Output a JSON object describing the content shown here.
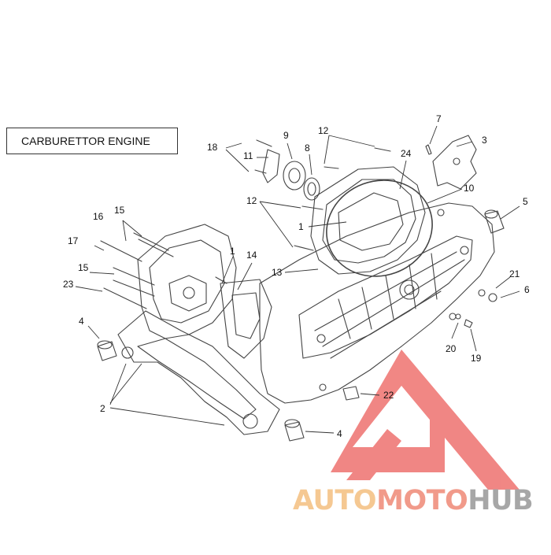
{
  "title": "CARBURETTOR ENGINE",
  "callouts": [
    {
      "id": "c18",
      "label": "18"
    },
    {
      "id": "c9",
      "label": "9"
    },
    {
      "id": "c8",
      "label": "8"
    },
    {
      "id": "c12a",
      "label": "12"
    },
    {
      "id": "c7",
      "label": "7"
    },
    {
      "id": "c3",
      "label": "3"
    },
    {
      "id": "c11",
      "label": "11"
    },
    {
      "id": "c24",
      "label": "24"
    },
    {
      "id": "c10",
      "label": "10"
    },
    {
      "id": "c12b",
      "label": "12"
    },
    {
      "id": "c5",
      "label": "5"
    },
    {
      "id": "c1a",
      "label": "1"
    },
    {
      "id": "c16",
      "label": "16"
    },
    {
      "id": "c15a",
      "label": "15"
    },
    {
      "id": "c17",
      "label": "17"
    },
    {
      "id": "c1b",
      "label": "1"
    },
    {
      "id": "c14",
      "label": "14"
    },
    {
      "id": "c13",
      "label": "13"
    },
    {
      "id": "c15b",
      "label": "15"
    },
    {
      "id": "c23",
      "label": "23"
    },
    {
      "id": "c21",
      "label": "21"
    },
    {
      "id": "c6",
      "label": "6"
    },
    {
      "id": "c4a",
      "label": "4"
    },
    {
      "id": "c20",
      "label": "20"
    },
    {
      "id": "c19",
      "label": "19"
    },
    {
      "id": "c22",
      "label": "22"
    },
    {
      "id": "c2",
      "label": "2"
    },
    {
      "id": "c4b",
      "label": "4"
    }
  ],
  "brand": {
    "part1": "AUTO",
    "part2": "MOTO",
    "part3": "HUB",
    "colors": {
      "auto": "#f5c892",
      "moto": "#f19a8a",
      "hub": "#a7a7a7",
      "logo": "#ef6f6c"
    }
  }
}
